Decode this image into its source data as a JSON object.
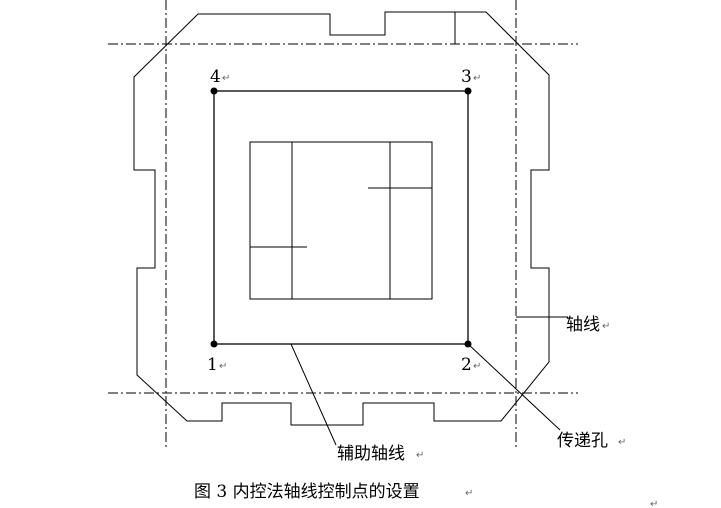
{
  "diagram": {
    "points": [
      {
        "label": "1"
      },
      {
        "label": "2"
      },
      {
        "label": "3"
      },
      {
        "label": "4"
      }
    ],
    "labels": {
      "axis": "轴线",
      "transfer_hole": "传递孔",
      "auxiliary_axis": "辅助轴线"
    },
    "caption": "图 3  内控法轴线控制点的设置",
    "paragraph_mark": "↵"
  },
  "colors": {
    "line": "#000000",
    "background": "#ffffff",
    "paragraph_mark": "#666666"
  }
}
